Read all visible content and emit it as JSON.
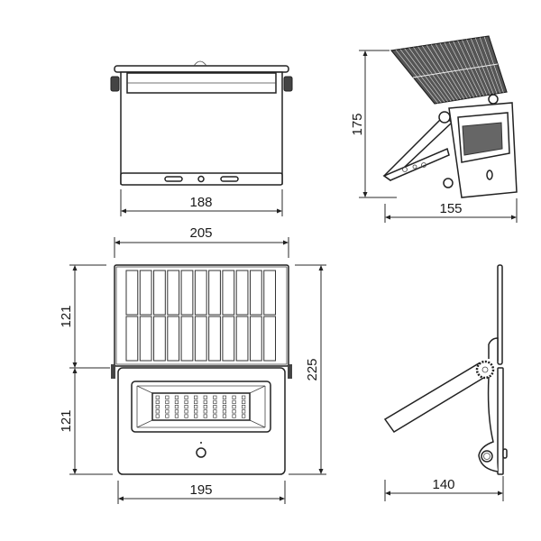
{
  "drawing": {
    "views": {
      "top_view": {
        "width_dimension": "188"
      },
      "isometric_view": {
        "height_dimension": "175",
        "depth_dimension": "155"
      },
      "front_view": {
        "panel_width_dimension": "205",
        "lamp_width_dimension": "195",
        "panel_height_dimension": "121",
        "lamp_height_dimension": "121",
        "total_height_dimension": "225",
        "solar_cell_columns": 11,
        "solar_cell_rows": 2
      },
      "side_view": {
        "depth_dimension": "140"
      }
    },
    "line_color": "#222222",
    "background_color": "#ffffff"
  }
}
